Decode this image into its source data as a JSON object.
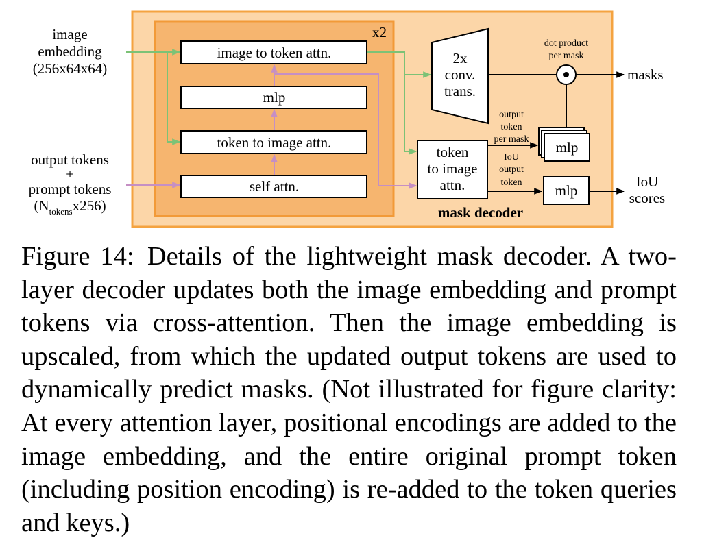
{
  "inputs": {
    "image_embedding": [
      "image",
      "embedding",
      "(256x64x64)"
    ],
    "tokens": [
      "output tokens",
      "+",
      "prompt tokens"
    ],
    "tokens_shape": {
      "prefix": "(N",
      "subscript": "tokens",
      "suffix": "x256)"
    }
  },
  "repeat_label": "x2",
  "blocks": {
    "image_to_token_attn": "image to token attn.",
    "mlp": "mlp",
    "token_to_image_attn": "token to image attn.",
    "self_attn": "self attn."
  },
  "conv_trans": [
    "2x",
    "conv.",
    "trans."
  ],
  "final_attn": [
    "token",
    "to image",
    "attn."
  ],
  "dot_product": [
    "dot product",
    "per mask"
  ],
  "output_token_per_mask": [
    "output",
    "token",
    "per mask"
  ],
  "iou_output_token": [
    "IoU",
    "output",
    "token"
  ],
  "mask_mlp": "mlp",
  "iou_mlp": "mlp",
  "outputs": {
    "masks": "masks",
    "iou_scores": [
      "IoU",
      "scores"
    ]
  },
  "decoder_label": "mask decoder",
  "colors": {
    "outer_fill": "#fcd6a8",
    "outer_border": "#f4a340",
    "inner_fill": "#f6b56f",
    "inner_border": "#f29a38",
    "green_arrow": "#7cc276",
    "purple_arrow": "#c58fc4"
  },
  "caption": {
    "label": "Figure 14:",
    "text": "Details of the lightweight mask decoder. A two-layer decoder updates both the image embedding and prompt tokens via cross-attention. Then the image embedding is upscaled, from which the updated output tokens are used to dynamically predict masks. (Not illustrated for figure clarity: At every attention layer, positional encodings are added to the image embedding, and the entire original prompt token (including position encoding) is re-added to the token queries and keys.)"
  }
}
